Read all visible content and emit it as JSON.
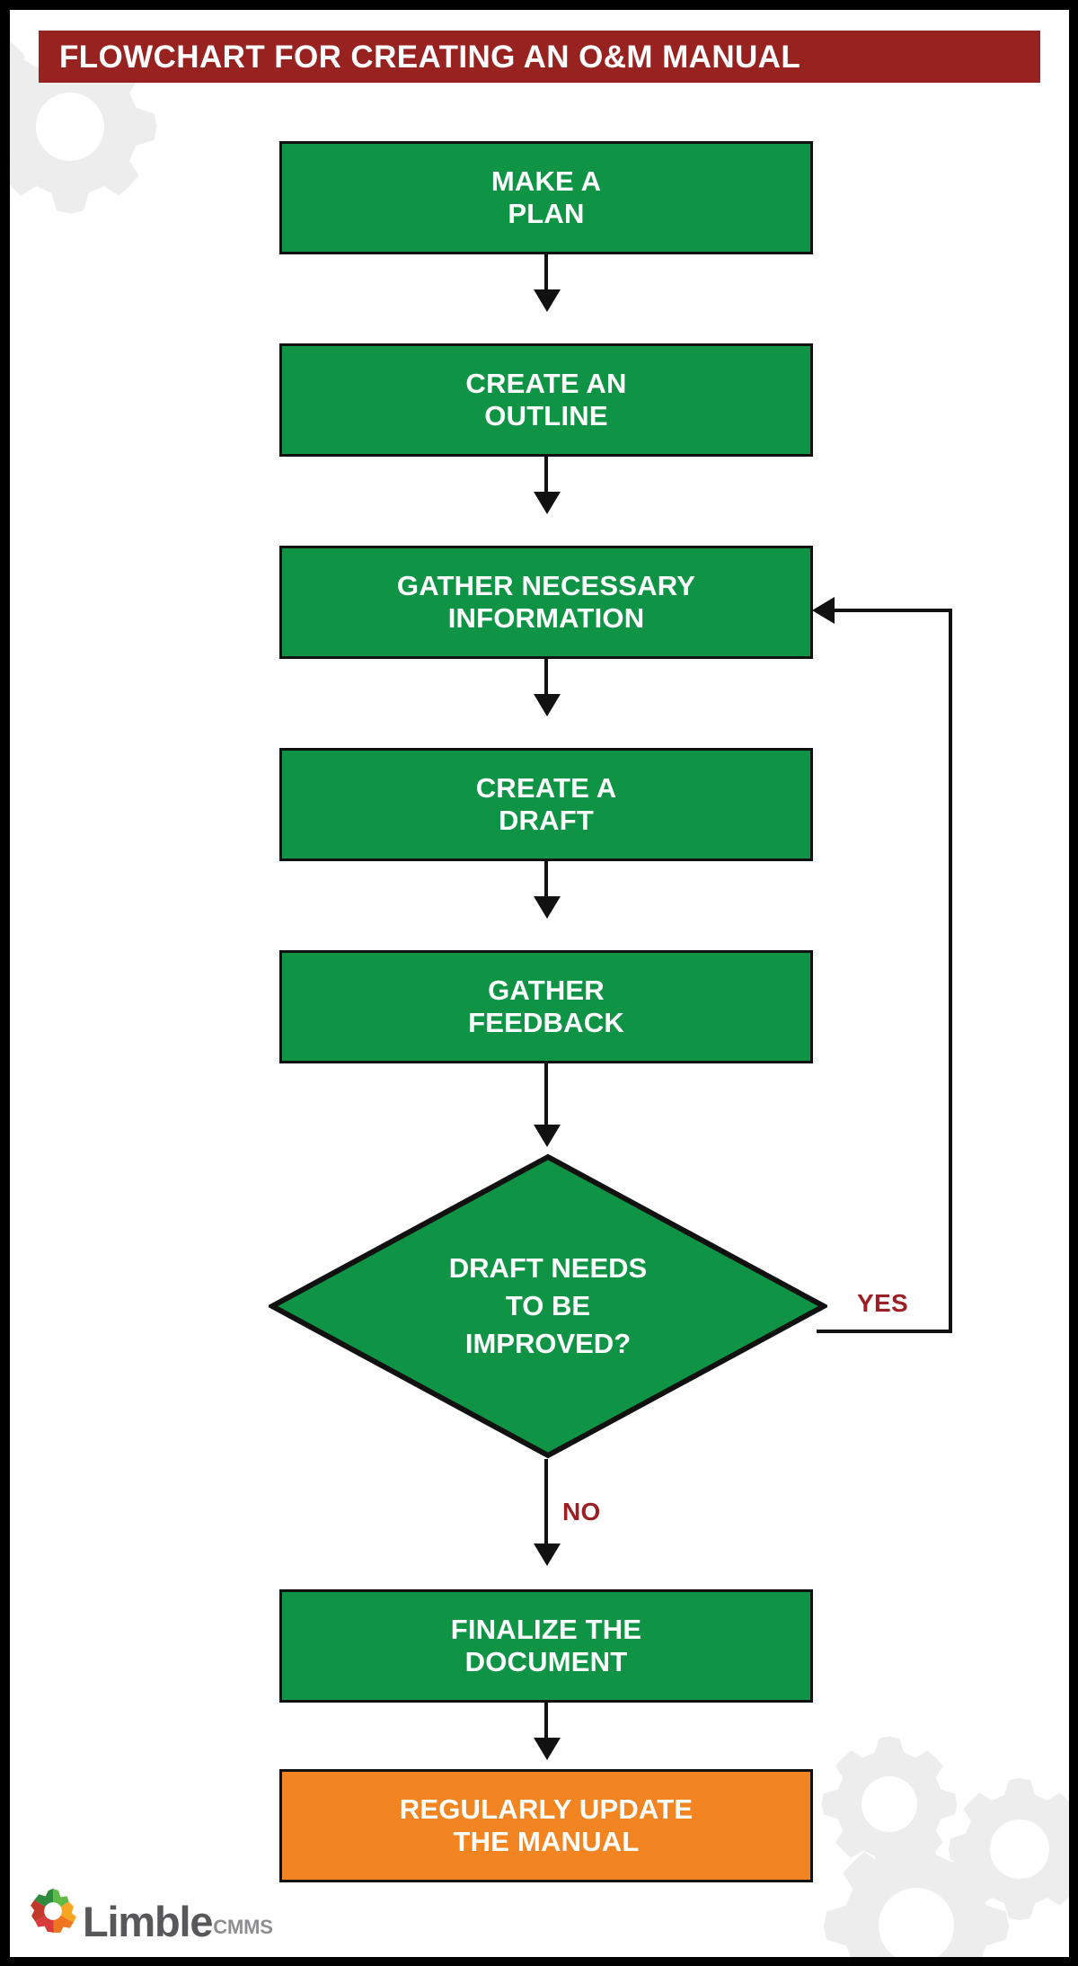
{
  "header": {
    "title": "FLOWCHART FOR CREATING AN O&M MANUAL",
    "bar_color": "#97221F",
    "text_color": "#FFFFFF"
  },
  "theme": {
    "process_fill": "#0F9446",
    "terminal_fill": "#F28521",
    "decision_fill": "#0F9446",
    "stroke": "#111111",
    "branch_label_color": "#9D1F26",
    "gear_decor_color": "#EDEDED",
    "frame_color": "#000000",
    "canvas_color": "#FFFFFF"
  },
  "flow": {
    "nodes": [
      {
        "id": "make-a-plan",
        "type": "process",
        "label": "MAKE A\nPLAN",
        "fill": "#0F9446"
      },
      {
        "id": "create-an-outline",
        "type": "process",
        "label": "CREATE AN\nOUTLINE",
        "fill": "#0F9446"
      },
      {
        "id": "gather-information",
        "type": "process",
        "label": "GATHER NECESSARY\nINFORMATION",
        "fill": "#0F9446"
      },
      {
        "id": "create-a-draft",
        "type": "process",
        "label": "CREATE A\nDRAFT",
        "fill": "#0F9446"
      },
      {
        "id": "gather-feedback",
        "type": "process",
        "label": "GATHER\nFEEDBACK",
        "fill": "#0F9446"
      },
      {
        "id": "draft-needs-improved",
        "type": "decision",
        "label": "DRAFT NEEDS\nTO BE\nIMPROVED?",
        "fill": "#0F9446"
      },
      {
        "id": "finalize-document",
        "type": "process",
        "label": "FINALIZE THE\nDOCUMENT",
        "fill": "#0F9446"
      },
      {
        "id": "regularly-update",
        "type": "terminal",
        "label": "REGULARLY UPDATE\nTHE MANUAL",
        "fill": "#F28521"
      }
    ],
    "branches": {
      "yes_label": "YES",
      "no_label": "NO"
    },
    "edges": [
      {
        "from": "make-a-plan",
        "to": "create-an-outline",
        "label": ""
      },
      {
        "from": "create-an-outline",
        "to": "gather-information",
        "label": ""
      },
      {
        "from": "gather-information",
        "to": "create-a-draft",
        "label": ""
      },
      {
        "from": "create-a-draft",
        "to": "gather-feedback",
        "label": ""
      },
      {
        "from": "gather-feedback",
        "to": "draft-needs-improved",
        "label": ""
      },
      {
        "from": "draft-needs-improved",
        "to": "gather-information",
        "label": "YES"
      },
      {
        "from": "draft-needs-improved",
        "to": "finalize-document",
        "label": "NO"
      },
      {
        "from": "finalize-document",
        "to": "regularly-update",
        "label": ""
      }
    ]
  },
  "footer": {
    "brand": "Limble",
    "brand_suffix": "CMMS"
  }
}
